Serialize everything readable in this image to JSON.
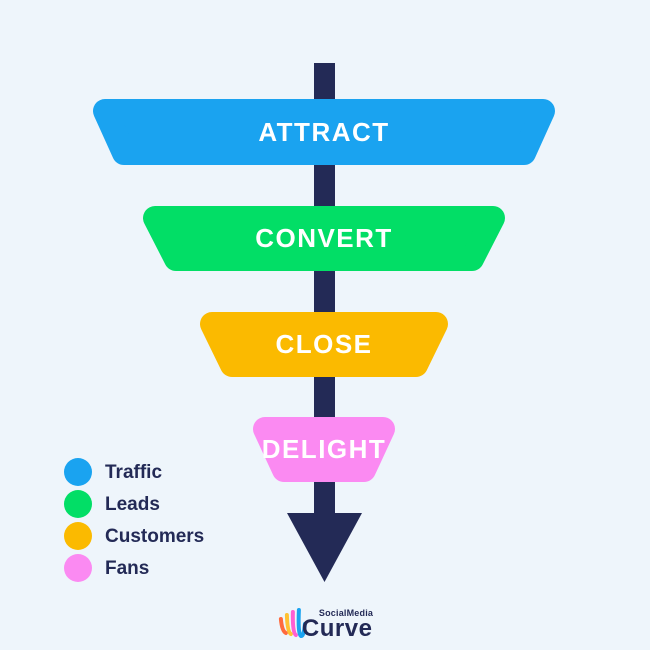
{
  "page": {
    "background_color": "#EEF5FB",
    "accent_navy": "#232A56"
  },
  "funnel": {
    "stages": [
      {
        "label": "ATTRACT",
        "color": "#1AA3F0"
      },
      {
        "label": "CONVERT",
        "color": "#02DE66"
      },
      {
        "label": "CLOSE",
        "color": "#FBBA00"
      },
      {
        "label": "DELIGHT",
        "color": "#FB8AF2"
      }
    ],
    "arrow": {
      "color": "#232A56",
      "direction": "down"
    }
  },
  "legend": {
    "items": [
      {
        "label": "Traffic",
        "color": "#1AA3F0"
      },
      {
        "label": "Leads",
        "color": "#02DE66"
      },
      {
        "label": "Customers",
        "color": "#FBBA00"
      },
      {
        "label": "Fans",
        "color": "#FB8AF2"
      }
    ],
    "text_color": "#232A56"
  },
  "logo": {
    "top_text": "SocialMedia",
    "bottom_text": "Curve",
    "text_color": "#232A56",
    "mark_colors": [
      "#FF6A3D",
      "#FFC233",
      "#FF5ED2",
      "#1AA3F0"
    ]
  }
}
